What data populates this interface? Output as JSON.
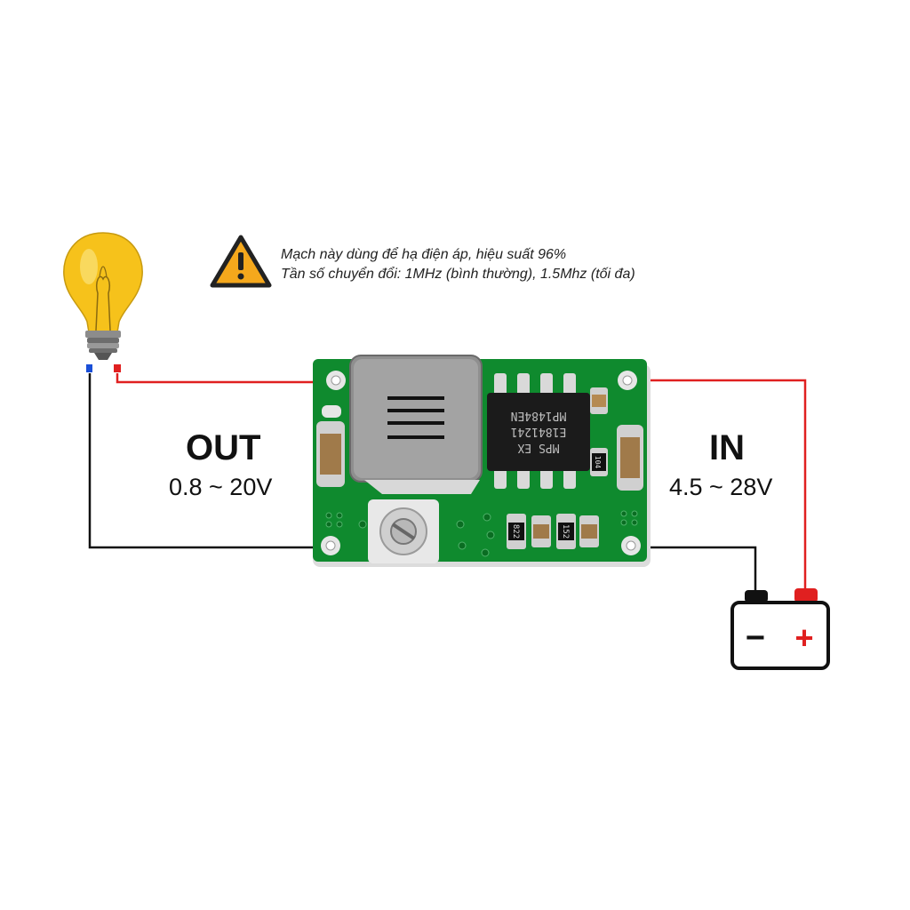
{
  "warning": {
    "line1": "Mạch này dùng để hạ điện áp, hiệu suất 96%",
    "line2": "Tần số chuyển đổi: 1MHz (bình thường), 1.5Mhz (tối đa)"
  },
  "output": {
    "title": "OUT",
    "range": "0.8 ~ 20V"
  },
  "input": {
    "title": "IN",
    "range": "4.5 ~ 28V"
  },
  "board": {
    "chip_line1": "MP1484EN",
    "chip_line2": "E1841241",
    "chip_line3": "MPS EX",
    "resistor_left": "822",
    "resistor_right": "152",
    "cap_code": "104"
  },
  "battery": {
    "negative": "−",
    "positive": "+"
  },
  "colors": {
    "wire_positive": "#e02020",
    "wire_negative": "#111111",
    "pcb": "#0f8a2e",
    "inductor": "#8f8f8f",
    "bulb": "#f6c21b"
  }
}
